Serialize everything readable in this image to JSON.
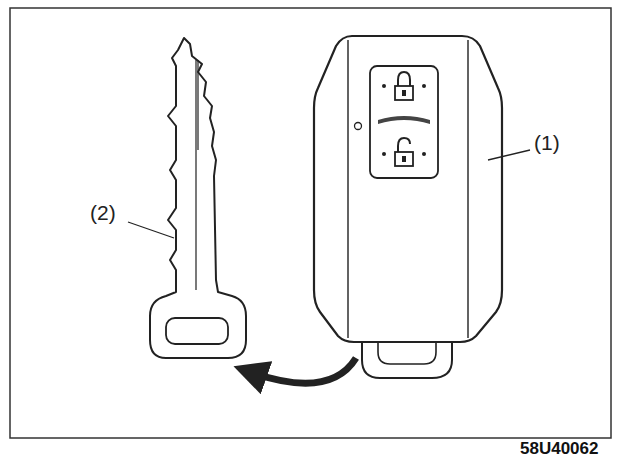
{
  "diagram": {
    "labels": [
      "(1)",
      "(2)",
      "58U40062"
    ]
  }
}
